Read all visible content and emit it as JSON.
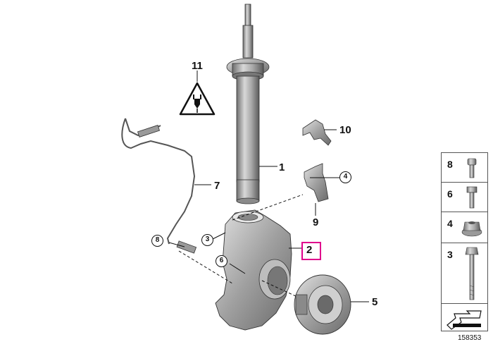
{
  "callouts": {
    "c1": "1",
    "c2": "2",
    "c3": "3",
    "c4": "4",
    "c5": "5",
    "c6": "6",
    "c7": "7",
    "c8": "8",
    "c9": "9",
    "c10": "10",
    "c11": "11"
  },
  "legend": {
    "items": [
      "8",
      "6",
      "4",
      "3"
    ]
  },
  "reference_number": "158353",
  "colors": {
    "highlight": "#e0008c",
    "line": "#111111"
  }
}
